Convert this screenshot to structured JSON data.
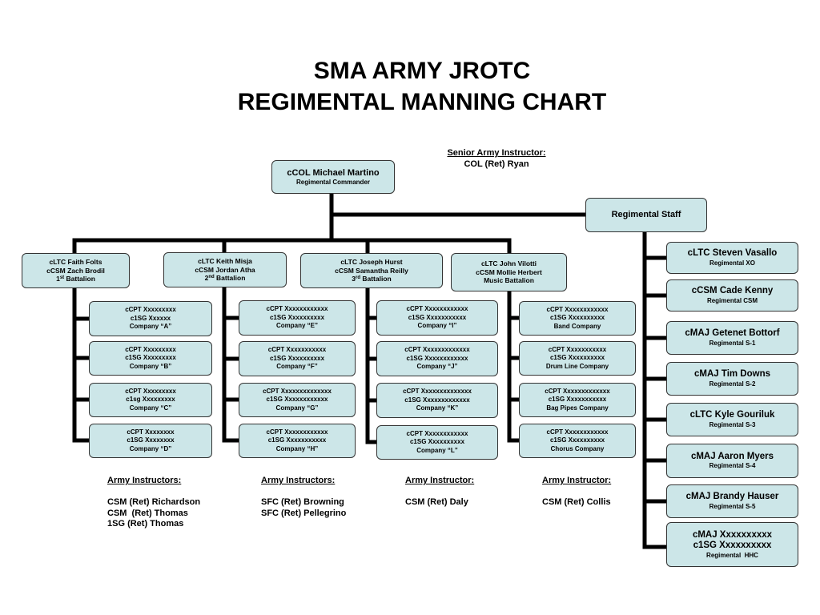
{
  "title": {
    "line1": "SMA ARMY JROTC",
    "line2": "REGIMENTAL MANNING CHART"
  },
  "senior_instructor": {
    "label": "Senior Army Instructor:",
    "name": "COL (Ret) Ryan"
  },
  "commander": {
    "name": "cCOL Michael Martino",
    "role": "Regimental Commander"
  },
  "staff": {
    "label": "Regimental Staff",
    "members": [
      {
        "name": "cLTC Steven Vasallo",
        "role": "Regimental XO"
      },
      {
        "name": "cCSM Cade Kenny",
        "role": "Regimental CSM"
      },
      {
        "name": "cMAJ Getenet Bottorf",
        "role": "Regimental S-1"
      },
      {
        "name": "cMAJ Tim Downs",
        "role": "Regimental S-2"
      },
      {
        "name": "cLTC Kyle Gouriluk",
        "role": "Regimental S-3"
      },
      {
        "name": "cMAJ Aaron Myers",
        "role": "Regimental S-4"
      },
      {
        "name": "cMAJ Brandy Hauser",
        "role": "Regimental S-5"
      },
      {
        "name": "cMAJ Xxxxxxxxxx",
        "name2": "c1SG Xxxxxxxxxx",
        "role": "Regimental  HHC"
      }
    ]
  },
  "battalions": [
    {
      "commander": "cLTC Faith Folts",
      "csm": "cCSM Zach Brodil",
      "label_num": "1",
      "label_sup": "st",
      "label_rest": " Battalion",
      "companies": [
        {
          "cpt": "cCPT Xxxxxxxxx",
          "first_sgt": "c1SG Xxxxxx",
          "unit": "Company “A”"
        },
        {
          "cpt": "cCPT Xxxxxxxxx",
          "first_sgt": "c1SG Xxxxxxxxx",
          "unit": "Company “B”"
        },
        {
          "cpt": "cCPT Xxxxxxxxx",
          "first_sgt": "c1sg Xxxxxxxxx",
          "unit": "Company “C”"
        },
        {
          "cpt": "cCPT Xxxxxxxx",
          "first_sgt": "c1SG Xxxxxxxx",
          "unit": "Company “D”"
        }
      ],
      "instructors": {
        "label": "Army Instructors:",
        "names": [
          "CSM (Ret) Richardson",
          "CSM  (Ret) Thomas",
          "1SG (Ret) Thomas"
        ]
      }
    },
    {
      "commander": "cLTC Keith Misja",
      "csm": "cCSM Jordan Atha",
      "label_num": "2",
      "label_sup": "nd",
      "label_rest": " Battalion",
      "companies": [
        {
          "cpt": "cCPT Xxxxxxxxxxxx",
          "first_sgt": "c1SG Xxxxxxxxxx",
          "unit": "Company “E”"
        },
        {
          "cpt": "cCPT Xxxxxxxxxxx",
          "first_sgt": "c1SG Xxxxxxxxxx",
          "unit": "Company “F”"
        },
        {
          "cpt": "cCPT Xxxxxxxxxxxxxx",
          "first_sgt": "c1SG Xxxxxxxxxxxx",
          "unit": "Company “G”"
        },
        {
          "cpt": "cCPT Xxxxxxxxxxxx",
          "first_sgt": "c1SG Xxxxxxxxxxx",
          "unit": "Company “H”"
        }
      ],
      "instructors": {
        "label": "Army Instructors:",
        "names": [
          "SFC (Ret) Browning",
          "SFC (Ret) Pellegrino"
        ]
      }
    },
    {
      "commander": "cLTC Joseph Hurst",
      "csm": "cCSM Samantha Reilly",
      "label_num": "3",
      "label_sup": "rd",
      "label_rest": " Battalion",
      "companies": [
        {
          "cpt": "cCPT Xxxxxxxxxxxx",
          "first_sgt": "c1SG Xxxxxxxxxxx",
          "unit": "Company “I”"
        },
        {
          "cpt": "cCPT Xxxxxxxxxxxxx",
          "first_sgt": "c1SG Xxxxxxxxxxxx",
          "unit": "Company “J”"
        },
        {
          "cpt": "cCPT Xxxxxxxxxxxxxx",
          "first_sgt": "c1SG Xxxxxxxxxxxxx",
          "unit": "Company “K”"
        },
        {
          "cpt": "cCPT Xxxxxxxxxxxx",
          "first_sgt": "c1SG Xxxxxxxxxx",
          "unit": "Company “L”"
        }
      ],
      "instructors": {
        "label": "Army Instructor:",
        "names": [
          "CSM (Ret) Daly"
        ]
      }
    },
    {
      "commander": "cLTC John Vilotti",
      "csm": "cCSM Mollie Herbert",
      "label_num": "",
      "label_sup": "",
      "label_rest": "Music Battalion",
      "companies": [
        {
          "cpt": "cCPT Xxxxxxxxxxxx",
          "first_sgt": "c1SG Xxxxxxxxxx",
          "unit": "Band Company"
        },
        {
          "cpt": "cCPT Xxxxxxxxxxx",
          "first_sgt": "c1SG Xxxxxxxxxx",
          "unit": "Drum Line Company"
        },
        {
          "cpt": "cCPT Xxxxxxxxxxxxx",
          "first_sgt": "c1SG Xxxxxxxxxxx",
          "unit": "Bag Pipes Company"
        },
        {
          "cpt": "cCPT Xxxxxxxxxxxx",
          "first_sgt": "c1SG Xxxxxxxxxx",
          "unit": "Chorus Company"
        }
      ],
      "instructors": {
        "label": "Army Instructor:",
        "names": [
          "CSM (Ret) Collis"
        ]
      }
    }
  ],
  "colors": {
    "box_fill": "#cce6e8",
    "box_border": "#333333",
    "connector": "#000000"
  }
}
